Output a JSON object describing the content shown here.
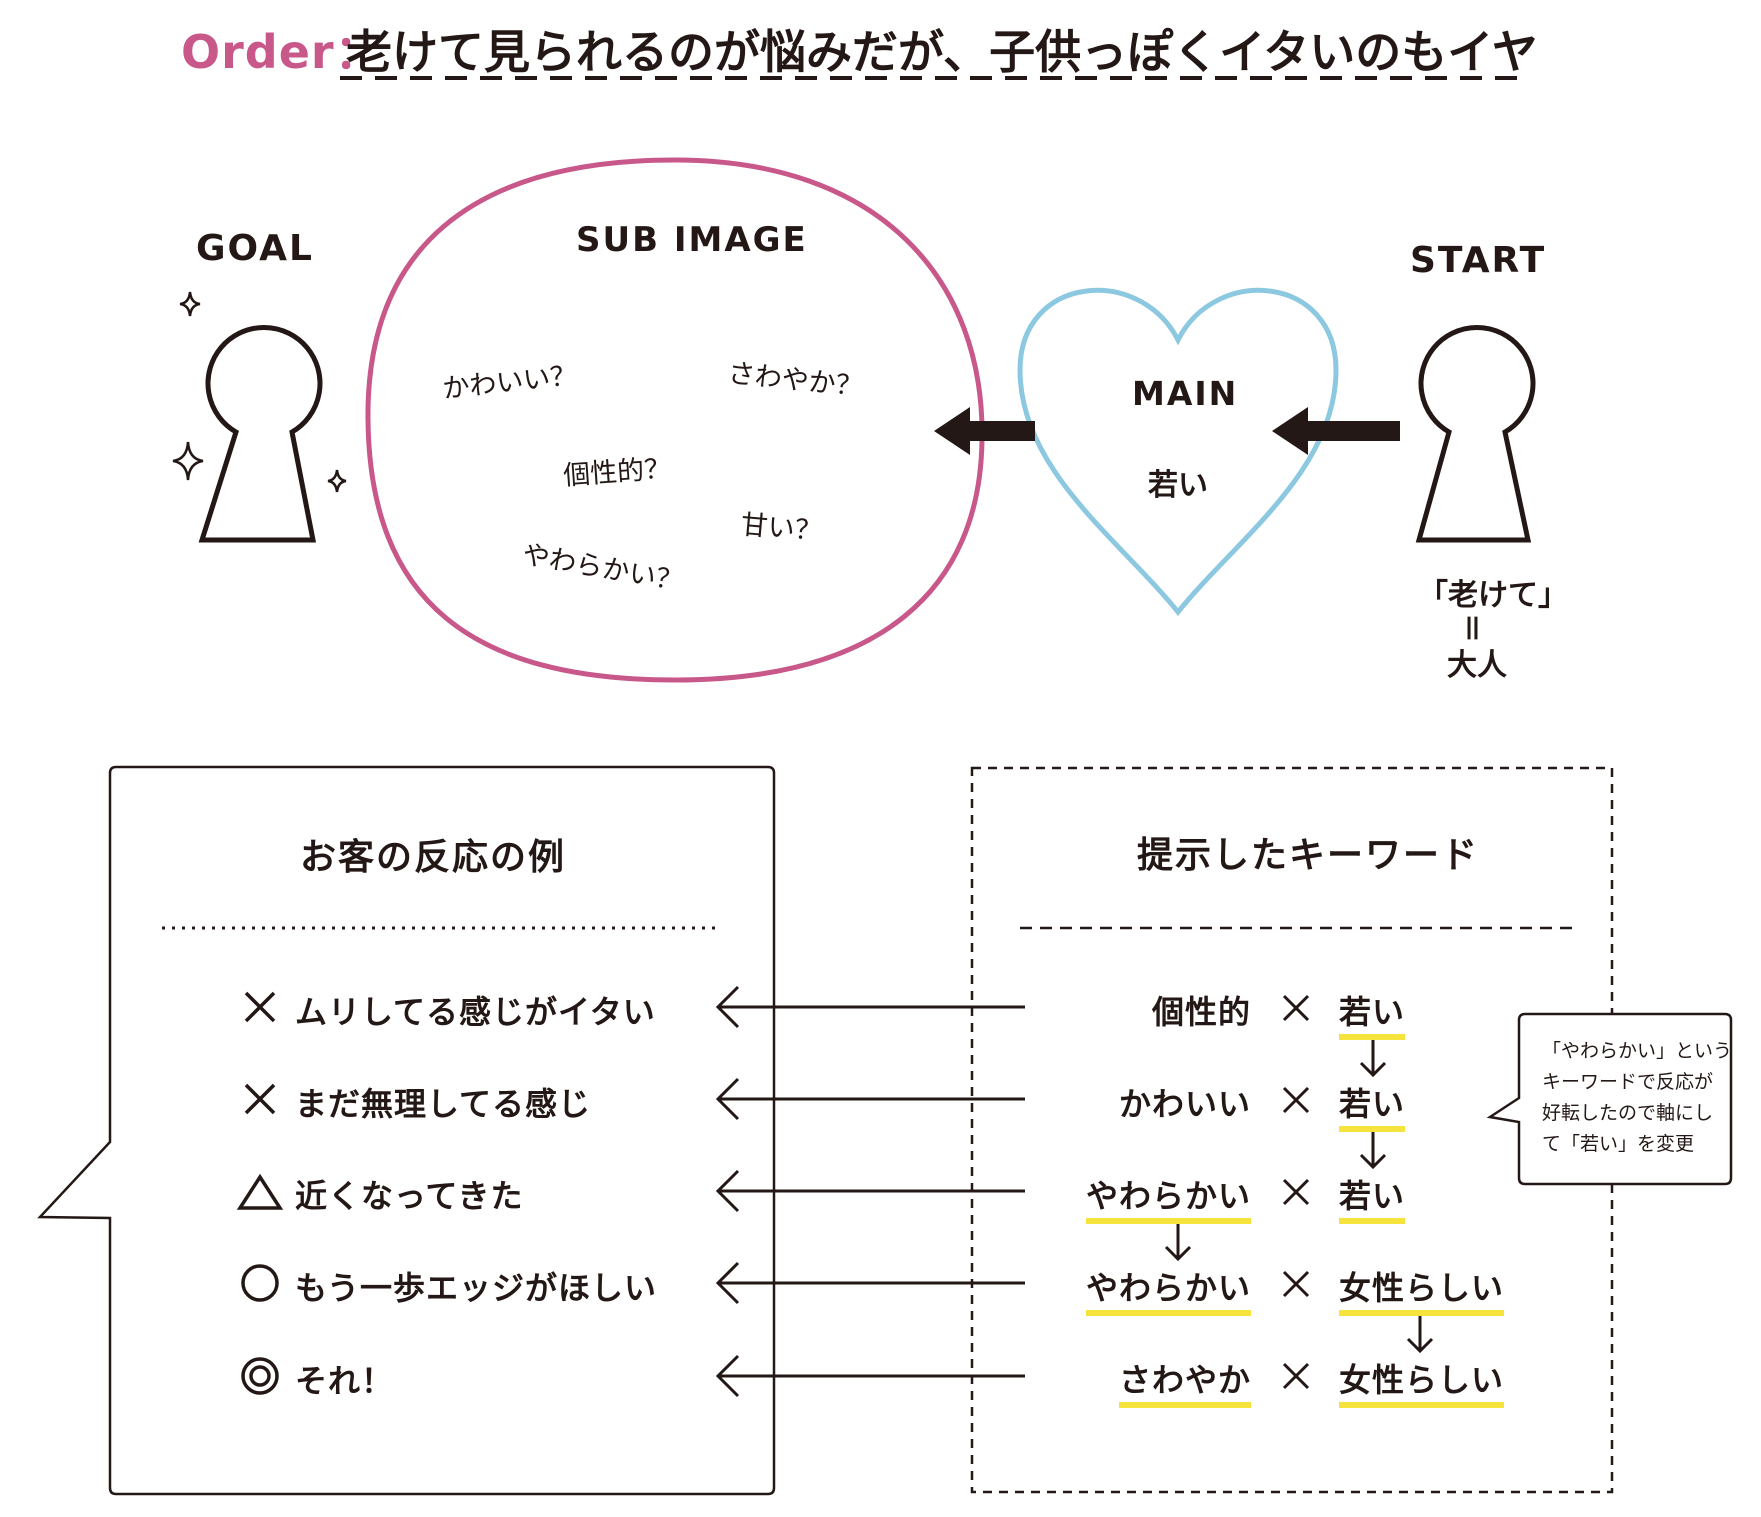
{
  "title": {
    "order": "Order：",
    "text": "老けて見られるのが悩みだが、子供っぽくイタいのもイヤ"
  },
  "diagram": {
    "goal": "GOAL",
    "start": "START",
    "sub_image": {
      "label": "SUB IMAGE",
      "words": [
        "かわいい？",
        "さわやか？",
        "個性的？",
        "甘い？",
        "やわらかい？"
      ]
    },
    "main": {
      "label": "MAIN",
      "word": "若い"
    },
    "start_note": [
      "「老けて」",
      "＝",
      "大人"
    ]
  },
  "reactions_panel": {
    "title": "お客の反応の例",
    "items": [
      {
        "mark": "×",
        "text": "ムリしてる感じがイタい"
      },
      {
        "mark": "×",
        "text": "まだ無理してる感じ"
      },
      {
        "mark": "△",
        "text": "近くなってきた"
      },
      {
        "mark": "○",
        "text": "もう一歩エッジがほしい"
      },
      {
        "mark": "◎",
        "text": "それ！"
      }
    ]
  },
  "keywords_panel": {
    "title": "提示したキーワード",
    "rows": [
      {
        "left": "個性的",
        "right": "若い"
      },
      {
        "left": "かわいい",
        "right": "若い"
      },
      {
        "left": "やわらかい",
        "right": "若い"
      },
      {
        "left": "やわらかい",
        "right": "女性らしい"
      },
      {
        "left": "さわやか",
        "right": "女性らしい"
      }
    ],
    "times": "×",
    "down_arrow": "↓"
  },
  "note": [
    "「やわらかい」という",
    "キーワードで反応が",
    "好転したので軸にし",
    "て「若い」を変更"
  ],
  "colors": {
    "pink": "#c9588a",
    "blue": "#8cc8e0",
    "yellow": "#f6e33b",
    "ink": "#231815"
  }
}
